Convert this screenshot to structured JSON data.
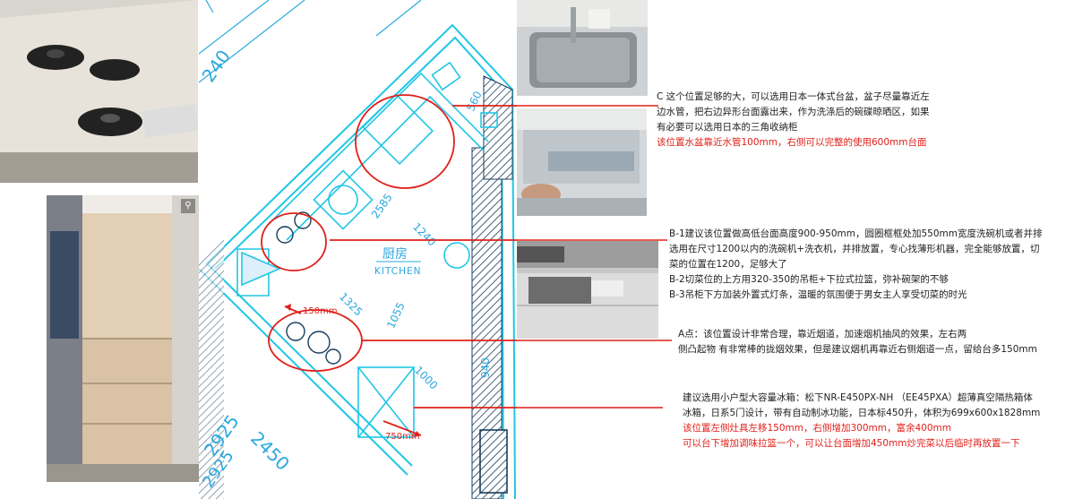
{
  "plan": {
    "kitchen_cn": "厨房",
    "kitchen_en": "KITCHEN",
    "dimensions": {
      "d240": "240",
      "d2585": "2585",
      "d1240": "1240",
      "d560": "560",
      "d1325": "1325",
      "d1055": "1055",
      "d1000": "1000",
      "d940": "940",
      "d2925a": "2925",
      "d2450": "2450",
      "d2925b": "2925",
      "d150": "150mm",
      "d750": "750mm"
    }
  },
  "notes": {
    "c": [
      "C 这个位置足够的大，可以选用日本一体式台盆，盆子尽量靠近左",
      "边水管，把右边异形台面露出来，作为洗涤后的碗碟晾晒区，如果",
      "有必要可以选用日本的三角收纳柜"
    ],
    "c_red": "该位置水盆靠近水管100mm，右侧可以完整的使用600mm台面",
    "b": [
      "B-1建议该位置做高低台面高度900-950mm，圆圈框框处加550mm宽度洗碗机或者并排",
      "选用在尺寸1200以内的洗碗机+洗衣机，并排放置，专心找薄形机器，完全能够放置，切",
      "菜的位置在1200，足够大了",
      "B-2切菜位的上方用320-350的吊柜+下拉式拉篮，弥补碗架的不够",
      "B-3吊柜下方加装外置式灯条，温暖的氛围便于男女主人享受切菜的时光"
    ],
    "a": [
      "A点：该位置设计非常合理，靠近烟道，加速烟机抽风的效果，左右两",
      "侧凸起物 有非常棒的拢烟效果，但是建议烟机再靠近右侧烟道一点，留给台多150mm"
    ],
    "fridge": [
      "建议选用小户型大容量冰箱：松下NR-E450PX-NH （EE45PXA）超薄真空隔热箱体",
      "冰箱，日系5门设计，带有自动制冰功能，日本标450升，体积为699x600x1828mm"
    ],
    "fridge_red": [
      "该位置左侧灶具左移150mm，右侧增加300mm，富余400mm",
      "可以台下增加调味拉篮一个，可以让台面增加450mm炒完菜以后临时再放置一下"
    ]
  }
}
